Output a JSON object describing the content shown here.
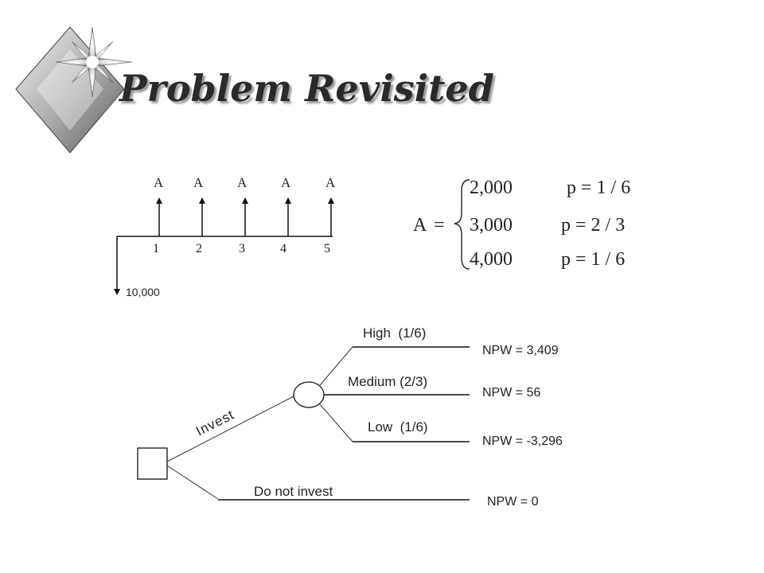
{
  "slide": {
    "title": "Problem Revisited"
  },
  "cash_flow": {
    "receipt_label": "A",
    "periods": [
      "1",
      "2",
      "3",
      "4",
      "5"
    ],
    "initial_outflow": "10,000"
  },
  "distribution": {
    "variable": "A",
    "equals": "=",
    "cases": [
      {
        "value": "2,000",
        "prob": "p = 1 / 6"
      },
      {
        "value": "3,000",
        "prob": "p = 2 / 3"
      },
      {
        "value": "4,000",
        "prob": "p = 1 / 6"
      }
    ]
  },
  "decision_tree": {
    "invest_label": "Invest",
    "not_invest_label": "Do not invest",
    "branches": [
      {
        "label": "High  (1/6)",
        "npw": "NPW = 3,409"
      },
      {
        "label": "Medium (2/3)",
        "npw": "NPW = 56"
      },
      {
        "label": "Low  (1/6)",
        "npw": "NPW = -3,296"
      }
    ],
    "not_invest_npw": "NPW = 0"
  }
}
